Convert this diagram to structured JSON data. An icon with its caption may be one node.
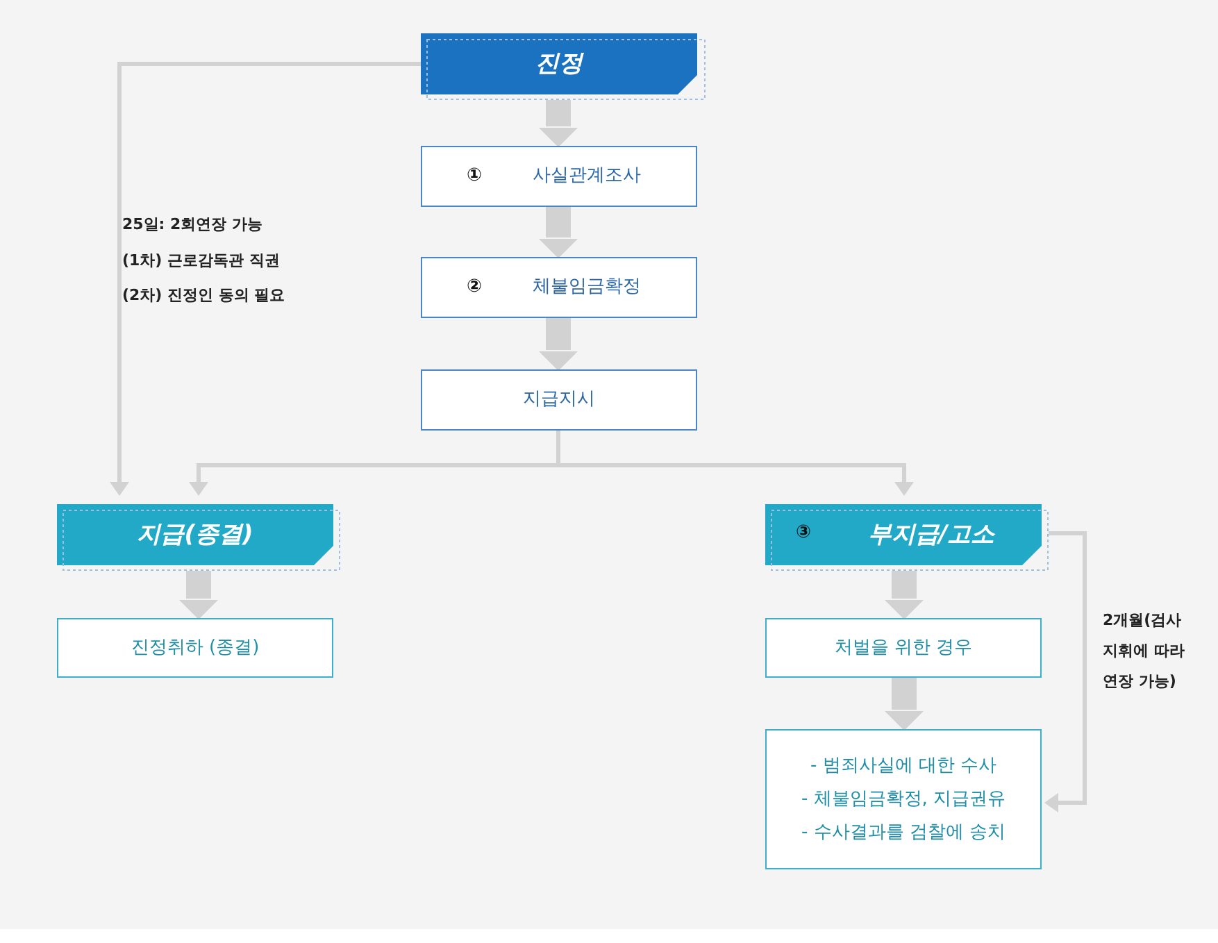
{
  "diagram": {
    "nodes": [
      {
        "text": [
          "진정"
        ]
      },
      {
        "text": [
          "①",
          "사실관계조사"
        ]
      },
      {
        "text": [
          "②",
          "체불임금확정"
        ]
      },
      {
        "text": [
          "지급지시"
        ]
      },
      {
        "text": [
          "지급(종결)"
        ]
      },
      {
        "text": [
          "③",
          "부지급/고소"
        ]
      },
      {
        "text": [
          "진정취하 (종결)"
        ]
      },
      {
        "text": [
          "처벌을 위한 경우"
        ]
      },
      {
        "text": [
          "- 범죄사실에 대한 수사",
          "- 체불임금확정, 지급권유",
          "- 수사결과를 검찰에 송치"
        ]
      }
    ],
    "edges": [
      {
        "from": 0,
        "to": 1,
        "arrow": "to"
      },
      {
        "from": 1,
        "to": 2,
        "arrow": "to"
      },
      {
        "from": 2,
        "to": 3,
        "arrow": "to"
      },
      {
        "from": 0,
        "to": 4,
        "arrow": "to"
      },
      {
        "from": 3,
        "to": 4,
        "arrow": "to"
      },
      {
        "from": 3,
        "to": 5,
        "arrow": "to"
      },
      {
        "from": 4,
        "to": 6,
        "arrow": "to"
      },
      {
        "from": 5,
        "to": 7,
        "arrow": "to"
      },
      {
        "from": 7,
        "to": 8,
        "arrow": "to"
      },
      {
        "from": 5,
        "to": 8,
        "arrow": "to"
      }
    ],
    "labels": [
      "25일: 2회연장 가능",
      "(1차) 근로감독관 직권",
      "(2차) 진정인 동의 필요",
      "2개월(검사 지휘에 따라 연장 가능)"
    ]
  }
}
